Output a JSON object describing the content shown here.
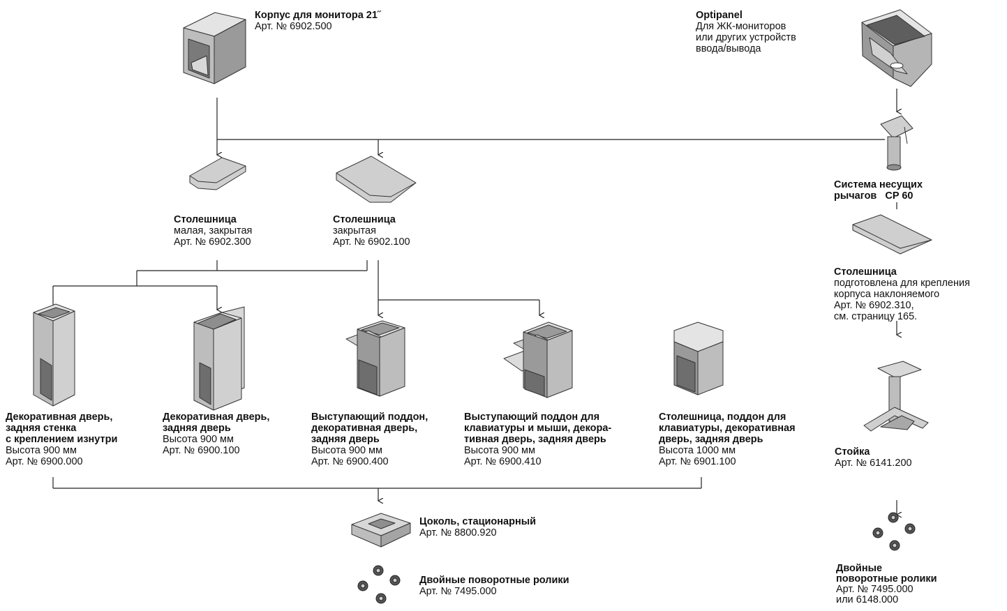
{
  "products": {
    "monitor_housing": {
      "title": "Корпус для монитора 21˝",
      "lines": [
        "Арт. № 6902.500"
      ]
    },
    "optipanel": {
      "title": "Optipanel",
      "lines": [
        "Для ЖК-мониторов",
        "или других устройств",
        "ввода/вывода"
      ]
    },
    "arm_system": {
      "title": "Система несущих",
      "title2": "рычагов   CP 60"
    },
    "tabletop_small": {
      "title": "Столешница",
      "lines": [
        "малая, закрытая",
        "Арт. № 6902.300"
      ]
    },
    "tabletop_closed": {
      "title": "Столешница",
      "lines": [
        "закрытая",
        "Арт. № 6902.100"
      ]
    },
    "tabletop_tilt": {
      "title": "Столешница",
      "lines": [
        "подготовлена для крепления",
        "корпуса наклоняемого",
        "Арт. № 6902.310,",
        "см. страницу 165."
      ]
    },
    "cab_rear_wall": {
      "titles": [
        "Декоративная дверь,",
        "задняя стенка",
        "с креплением изнутри"
      ],
      "lines": [
        "Высота 900 мм",
        "Арт. № 6900.000"
      ]
    },
    "cab_rear_door": {
      "titles": [
        "Декоративная дверь,",
        "задняя дверь"
      ],
      "lines": [
        "Высота 900 мм",
        "Арт. № 6900.100"
      ]
    },
    "cab_tray": {
      "titles": [
        "Выступающий поддон,",
        "декоративная дверь,",
        "задняя дверь"
      ],
      "lines": [
        "Высота 900 мм",
        "Арт. № 6900.400"
      ]
    },
    "cab_keyboard": {
      "titles": [
        "Выступающий поддон для",
        "клавиатуры и мыши, декора-",
        "тивная дверь, задняя дверь"
      ],
      "lines": [
        "Высота 900 мм",
        "Арт. № 6900.410"
      ]
    },
    "cab_tabletop": {
      "titles": [
        "Столешница, поддон для",
        "клавиатуры, декоративная",
        "дверь, задняя дверь"
      ],
      "lines": [
        "Высота 1000 мм",
        "Арт. № 6901.100"
      ]
    },
    "plinth": {
      "title": "Цоколь, стационарный",
      "lines": [
        "Арт. № 8800.920"
      ]
    },
    "casters": {
      "title": "Двойные поворотные ролики",
      "lines": [
        "Арт. № 7495.000"
      ]
    },
    "stand": {
      "title": "Стойка",
      "lines": [
        "Арт. № 6141.200"
      ]
    },
    "casters_right": {
      "titles": [
        "Двойные",
        "поворотные ролики"
      ],
      "lines": [
        "Арт. № 7495.000",
        "или 6148.000"
      ]
    }
  },
  "colors": {
    "line": "#222222",
    "part_fill": "#c8c8c8",
    "part_dark": "#8e8e8e",
    "part_light": "#e4e4e4",
    "outline": "#333333"
  }
}
